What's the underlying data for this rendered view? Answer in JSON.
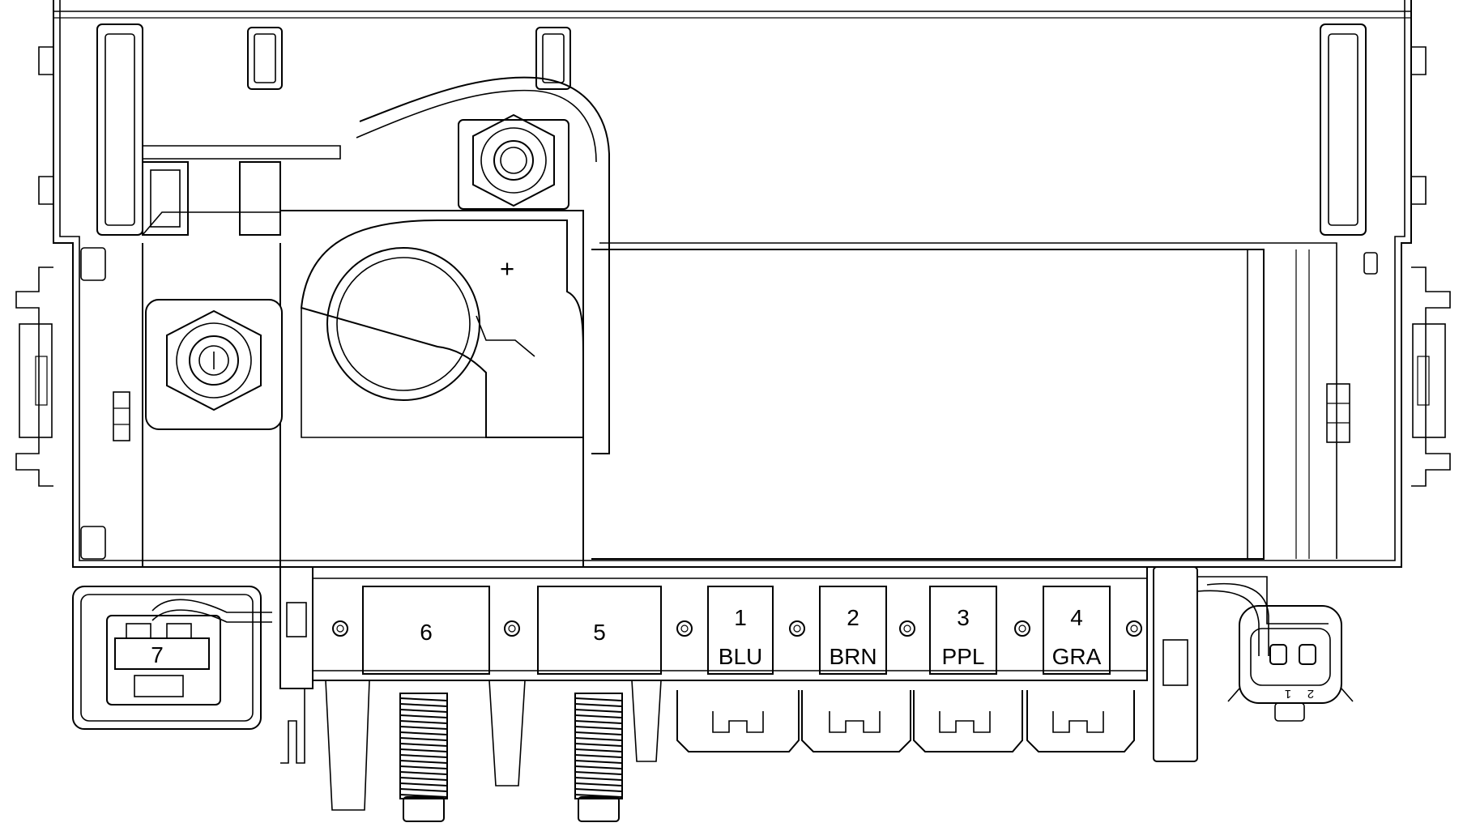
{
  "diagram": {
    "polarity_mark": "+",
    "fuses": [
      {
        "number": "6",
        "color": ""
      },
      {
        "number": "5",
        "color": ""
      },
      {
        "number": "1",
        "color": "BLU"
      },
      {
        "number": "2",
        "color": "BRN"
      },
      {
        "number": "3",
        "color": "PPL"
      },
      {
        "number": "4",
        "color": "GRA"
      }
    ],
    "relay": {
      "number": "7"
    },
    "connector_pins": [
      "1",
      "2"
    ]
  }
}
